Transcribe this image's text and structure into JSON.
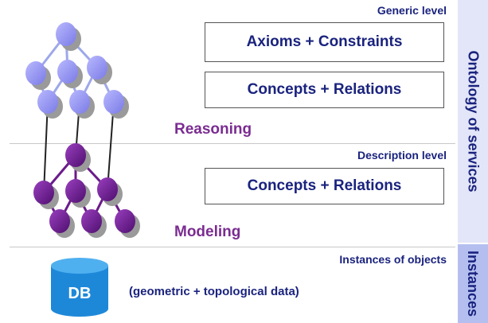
{
  "levels": {
    "generic": "Generic level",
    "description": "Description level",
    "instances": "Instances of objects"
  },
  "boxes": {
    "axioms": "Axioms + Constraints",
    "concepts_generic": "Concepts + Relations",
    "concepts_description": "Concepts + Relations"
  },
  "processes": {
    "reasoning": "Reasoning",
    "modeling": "Modeling"
  },
  "side_bars": {
    "ontology": "Ontology of services",
    "instances": "Instances"
  },
  "database": {
    "label": "DB",
    "data_description": "(geometric + topological data)"
  },
  "colors": {
    "generic_node": "#8f8ff0",
    "description_node": "#6a1b8a",
    "generic_edge": "#9da8ea",
    "description_edge": "#6a1b8a",
    "cross_edge": "#222222",
    "db": "#1e88d8",
    "text_blue": "#1a237e",
    "text_purple": "#7b2c91"
  }
}
